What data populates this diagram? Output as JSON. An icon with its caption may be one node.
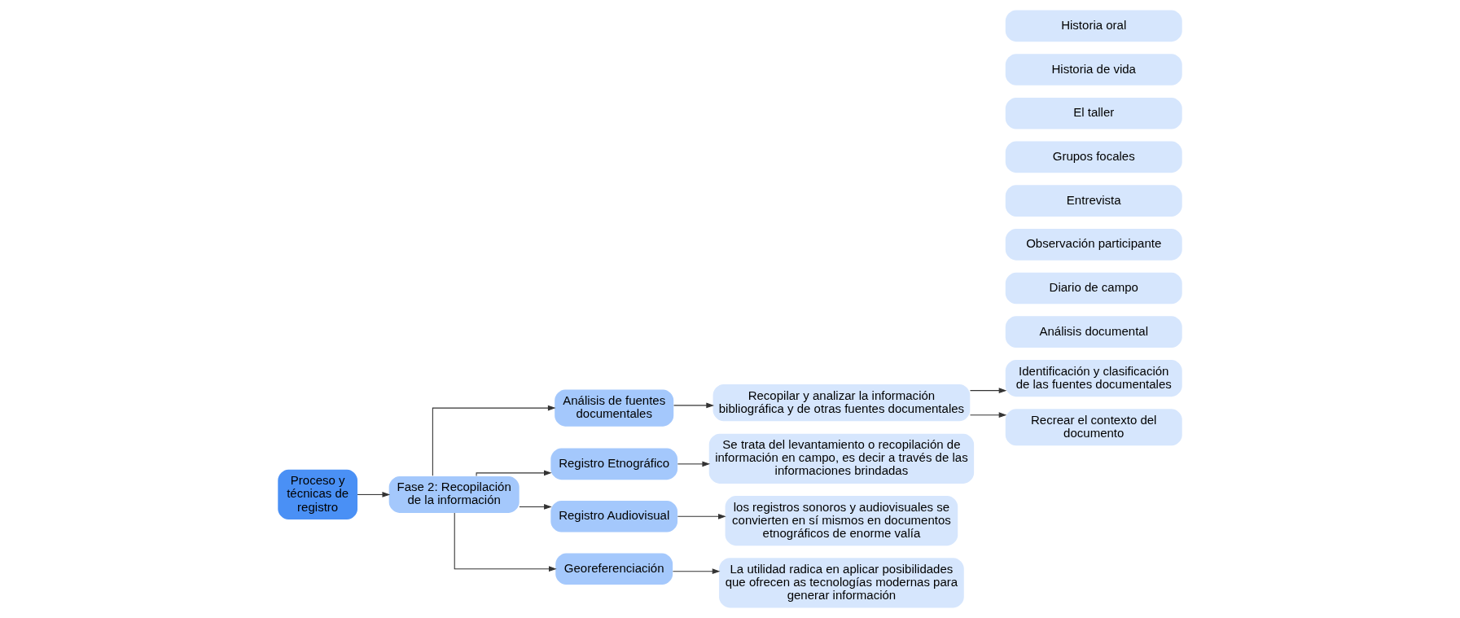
{
  "diagram": {
    "nodes": [
      {
        "text": [
          "Proceso y técnicas de registro"
        ]
      },
      {
        "text": [
          "Fase 2: Recopilación de la información"
        ]
      },
      {
        "text": [
          "Análisis de fuentes documentales"
        ]
      },
      {
        "text": [
          "Registro Etnográfico"
        ]
      },
      {
        "text": [
          "Registro Audiovisual"
        ]
      },
      {
        "text": [
          "Georeferenciación"
        ]
      },
      {
        "text": [
          "Recopilar y analizar la información bibliográfica y de otras fuentes documentales"
        ]
      },
      {
        "text": [
          "Se trata del levantamiento o recopilación de información en campo, es decir a través de las informaciones brindadas"
        ]
      },
      {
        "text": [
          "los registros sonoros y audiovisuales se convierten en sí mismos en documentos etnográficos de enorme valía"
        ]
      },
      {
        "text": [
          "La utilidad radica en aplicar posibilidades que ofrecen as tecnologías modernas para generar información"
        ]
      },
      {
        "text": [
          "Identificación y clasificación de las fuentes documentales"
        ]
      },
      {
        "text": [
          "Análisis documental"
        ]
      },
      {
        "text": [
          "Recrear el contexto del documento"
        ]
      },
      {
        "text": [
          "Diario de campo"
        ]
      },
      {
        "text": [
          "Observación participante"
        ]
      },
      {
        "text": [
          "Entrevista"
        ]
      },
      {
        "text": [
          "Grupos focales"
        ]
      },
      {
        "text": [
          "El taller"
        ]
      },
      {
        "text": [
          "Historia de vida"
        ]
      },
      {
        "text": [
          "Historia oral"
        ]
      }
    ],
    "edges": [
      {
        "from": 0,
        "to": 1,
        "arrow": "to"
      },
      {
        "from": 1,
        "to": 2,
        "arrow": "to"
      },
      {
        "from": 1,
        "to": 3,
        "arrow": "to"
      },
      {
        "from": 1,
        "to": 4,
        "arrow": "to"
      },
      {
        "from": 1,
        "to": 5,
        "arrow": "to"
      },
      {
        "from": 2,
        "to": 6,
        "arrow": "to"
      },
      {
        "from": 3,
        "to": 7,
        "arrow": "to"
      },
      {
        "from": 4,
        "to": 8,
        "arrow": "to"
      },
      {
        "from": 5,
        "to": 9,
        "arrow": "to"
      },
      {
        "from": 6,
        "to": 10,
        "arrow": "to"
      },
      {
        "from": 6,
        "to": 12,
        "arrow": "to"
      }
    ]
  }
}
